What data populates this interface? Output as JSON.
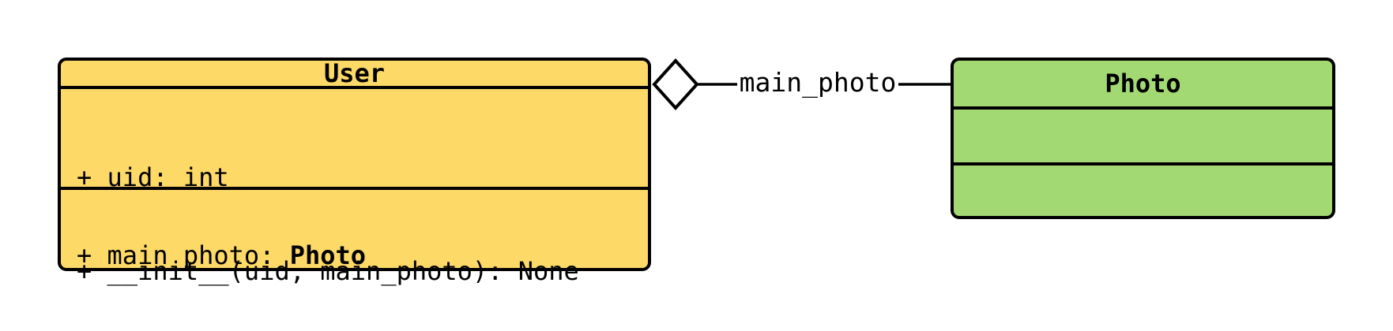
{
  "diagram_type": "uml-class-diagram",
  "canvas": {
    "background_color": "#FFFFFF",
    "line_color": "#000000"
  },
  "user_class": {
    "name": "User",
    "fill_color": "#FDD967",
    "attributes": {
      "line1": "+ uid: int",
      "line2_prefix": "+ main_photo: ",
      "line2_type": "Photo"
    },
    "methods": {
      "line1": "+ __init__(uid, main_photo): None"
    }
  },
  "photo_class": {
    "name": "Photo",
    "fill_color": "#A3D973",
    "attributes": {},
    "methods": {}
  },
  "relationship": {
    "kind": "aggregation",
    "diamond_style": "hollow",
    "diamond_fill": "#FFFFFF",
    "diamond_side": "User",
    "target": "Photo",
    "label": "main_photo"
  }
}
